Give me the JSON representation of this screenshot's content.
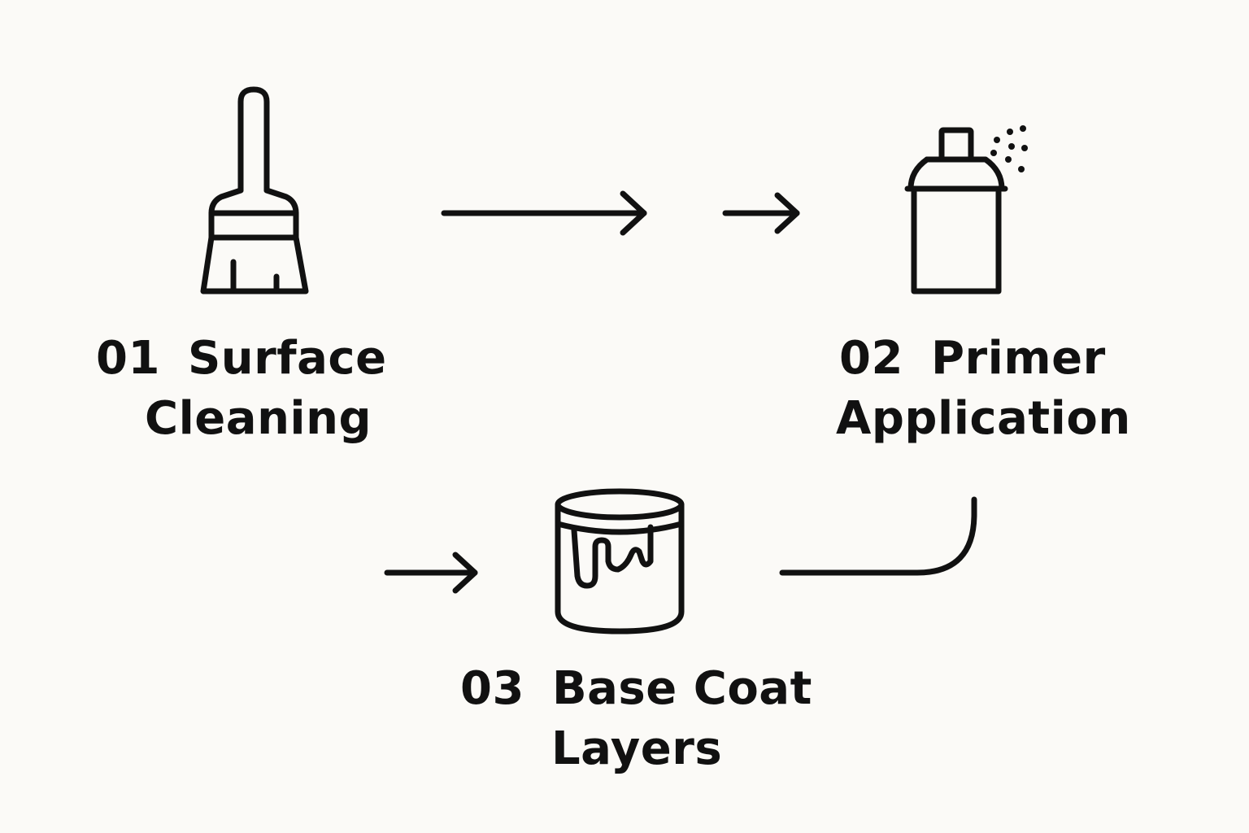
{
  "colors": {
    "background": "#fbfaf7",
    "ink": "#111111"
  },
  "steps": [
    {
      "number": "01",
      "title_line1": "Surface",
      "title_line2": "Cleaning",
      "icon": "paintbrush-icon"
    },
    {
      "number": "02",
      "title_line1": "Primer",
      "title_line2": "Application",
      "icon": "spray-can-icon"
    },
    {
      "number": "03",
      "title_line1": "Base Coat",
      "title_line2": "Layers",
      "icon": "paint-can-icon"
    }
  ]
}
